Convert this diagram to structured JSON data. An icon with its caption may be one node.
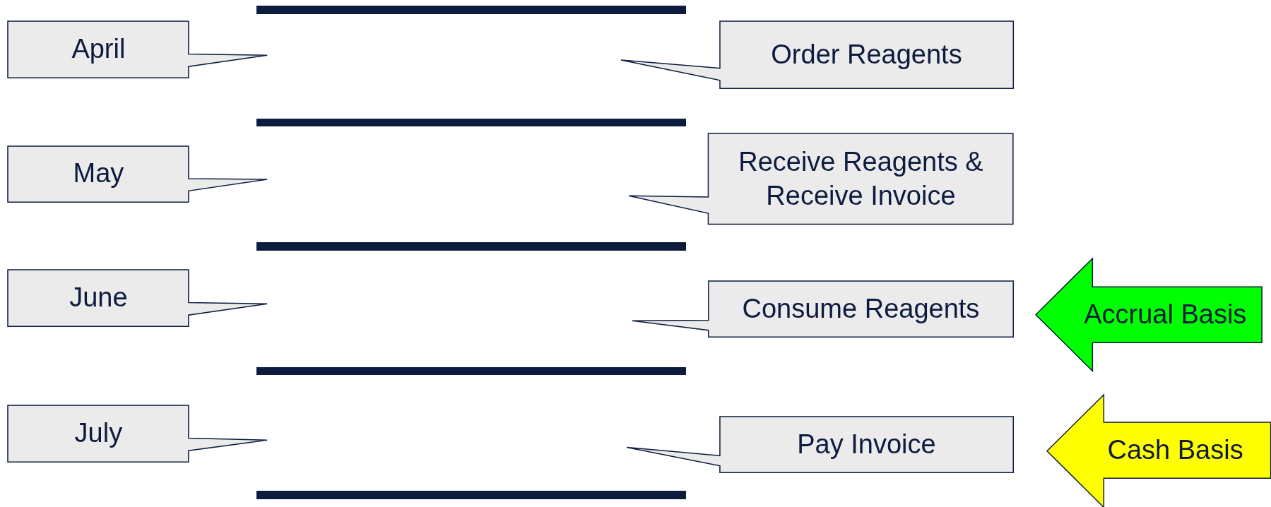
{
  "diagram": {
    "nodes": [
      {
        "text": [
          "April"
        ]
      },
      {
        "text": [
          "Order Reagents"
        ]
      },
      {
        "text": [
          "May"
        ]
      },
      {
        "text": [
          "Receive Reagents & Receive Invoice"
        ]
      },
      {
        "text": [
          "June"
        ]
      },
      {
        "text": [
          "Consume Reagents"
        ]
      },
      {
        "text": [
          "Accrual Basis"
        ]
      },
      {
        "text": [
          "July"
        ]
      },
      {
        "text": [
          "Pay Invoice"
        ]
      },
      {
        "text": [
          "Cash Basis"
        ]
      }
    ]
  }
}
